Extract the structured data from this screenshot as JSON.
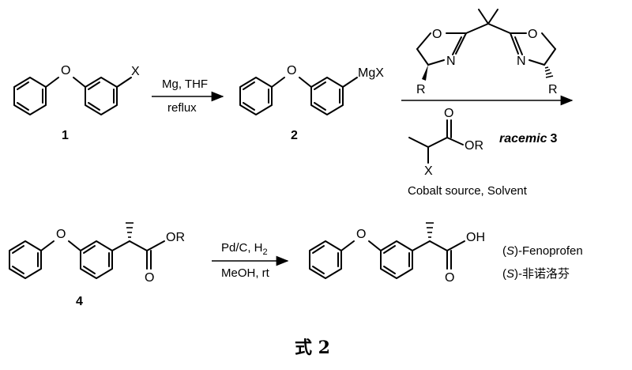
{
  "labels": {
    "o1": "O",
    "x1": "X",
    "cmpd1": "1",
    "mg_thf": "Mg, THF",
    "reflux": "reflux",
    "o2": "O",
    "mgx": "MgX",
    "cmpd2": "2",
    "box_o_left": "O",
    "box_o_right": "O",
    "box_n_left": "N",
    "box_n_right": "N",
    "box_r_left": "R",
    "box_r_right": "R",
    "ester_o_dbl": "O",
    "ester_or": "OR",
    "ester_x": "X",
    "racemic": "racemic",
    "cmpd3": "3",
    "cobalt_cond": "Cobalt source, Solvent",
    "o4": "O",
    "or4": "OR",
    "o4b": "O",
    "cmpd4": "4",
    "pdc": "Pd/C, H",
    "h2_sub": "2",
    "meoh": "MeOH, rt",
    "o5": "O",
    "oh5": "OH",
    "o5b": "O",
    "fen_s": "S",
    "fen_name": "Fenoprofen",
    "fen_cn_s": "S",
    "fen_cn_name": "-非诺洛芬",
    "caption": "式 2"
  }
}
